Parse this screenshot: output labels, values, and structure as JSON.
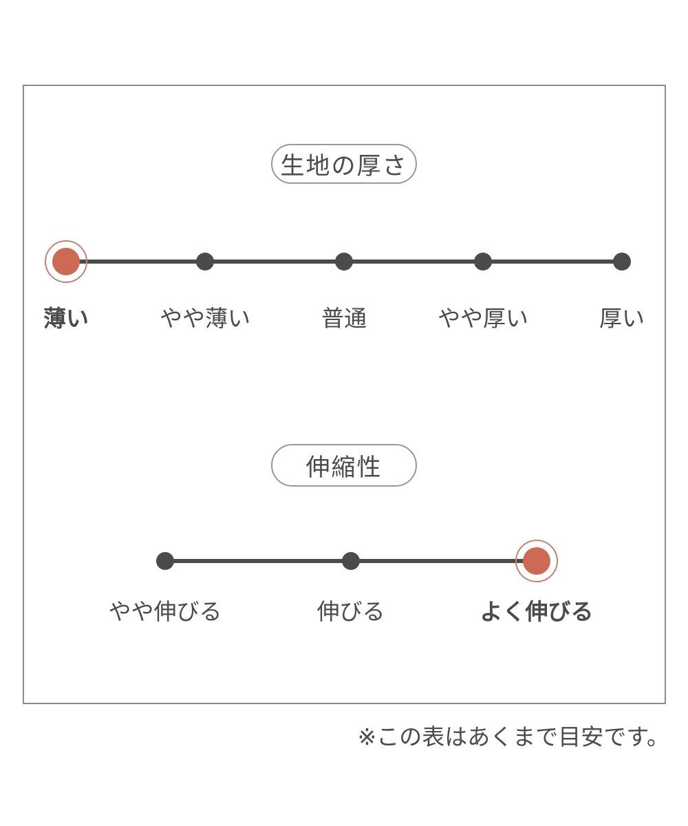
{
  "colors": {
    "background": "#ffffff",
    "ink": "#4b4b4b",
    "accent": "#cd6a54",
    "accent_ring": "#c58171",
    "frame_border": "#8c8c8c",
    "pill_border": "#999999"
  },
  "chart_data": [
    {
      "type": "scale",
      "title": "生地の厚さ",
      "categories": [
        "薄い",
        "やや薄い",
        "普通",
        "やや厚い",
        "厚い"
      ],
      "selected_index": 0,
      "selected_value": "薄い",
      "points": 5
    },
    {
      "type": "scale",
      "title": "伸縮性",
      "categories": [
        "やや伸びる",
        "伸びる",
        "よく伸びる"
      ],
      "selected_index": 2,
      "selected_value": "よく伸びる",
      "points": 3
    }
  ],
  "footer": {
    "note": "※この表はあくまで目安です。"
  }
}
